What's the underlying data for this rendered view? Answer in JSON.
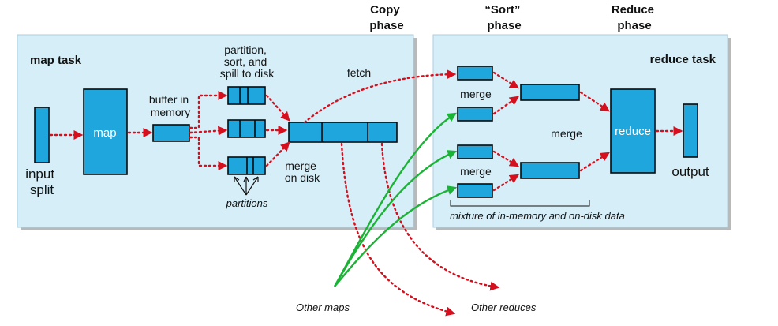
{
  "phases": {
    "copy": [
      "Copy",
      "phase"
    ],
    "sort": [
      "“Sort”",
      "phase"
    ],
    "reduce": [
      "Reduce",
      "phase"
    ]
  },
  "map_task": {
    "title": "map task",
    "input_label": [
      "input",
      "split"
    ],
    "map_label": "map",
    "buffer_label": [
      "buffer in",
      "memory"
    ],
    "partition_label": [
      "partition,",
      "sort, and",
      "spill to disk"
    ],
    "partitions_label": "partitions",
    "merge_on_disk_label": [
      "merge",
      "on disk"
    ],
    "fetch_label": "fetch"
  },
  "reduce_task": {
    "title": "reduce task",
    "merge_label": "merge",
    "reduce_label": "reduce",
    "output_label": "output",
    "mixture_label": "mixture of in-memory and on-disk data"
  },
  "external": {
    "other_maps": "Other maps",
    "other_reduces": "Other reduces"
  },
  "colors": {
    "panel": "#d6eef8",
    "block": "#1fa6dc",
    "red_arrow": "#d4101e",
    "green_arrow": "#1bb336"
  }
}
